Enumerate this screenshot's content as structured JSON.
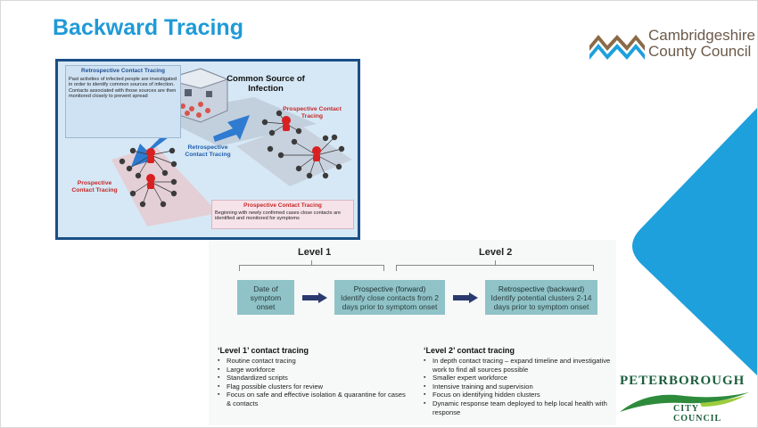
{
  "slide": {
    "title": "Backward Tracing"
  },
  "logos": {
    "cambridgeshire_line1": "Cambridgeshire",
    "cambridgeshire_line2": "County Council",
    "peterborough_top": "PETERBOROUGH",
    "peterborough_bottom": "CITY COUNCIL"
  },
  "diagram": {
    "retro_title": "Retrospective Contact Tracing",
    "retro_body": "Past activities of infected people are investigated in order to identify common sources of infection. Contacts associated with those sources are then monitored closely to prevent spread",
    "common_source": "Common Source of Infection",
    "prospective_right": "Prospective Contact Tracing",
    "retrospective_mid": "Retrospective Contact Tracing",
    "prospective_left": "Prospective Contact Tracing",
    "prospective_box_title": "Prospective Contact Tracing",
    "prospective_box_body": "Beginning with newly confirmed cases close contacts are identified and monitored for symptoms"
  },
  "levels": {
    "level1": "Level 1",
    "level2": "Level 2",
    "box1_line1": "Date of",
    "box1_line2": "symptom",
    "box1_line3": "onset",
    "box2_title": "Prospective (forward)",
    "box2_body": "Identify close contacts from 2 days prior to symptom onset",
    "box3_title": "Retrospective (backward)",
    "box3_body": "Identify potential clusters 2-14 days prior to symptom onset"
  },
  "level1_tracing": {
    "title": "‘Level 1’ contact tracing",
    "items": [
      "Routine contact tracing",
      "Large workforce",
      "Standardized scripts",
      "Flag possible clusters for review",
      "Focus on safe and effective isolation & quarantine for cases & contacts"
    ]
  },
  "level2_tracing": {
    "title": "‘Level 2’ contact tracing",
    "items": [
      "In depth contact tracing – expand timeline and investigative work to find all sources possible",
      "Smaller expert workforce",
      "Intensive training and supervision",
      "Focus on identifying hidden clusters",
      "Dynamic response team deployed to help local health with response"
    ]
  },
  "colors": {
    "title_blue": "#1f9ad6",
    "accent_blue": "#1ea0dc",
    "flow_box": "#8fc3c8",
    "arrow_navy": "#2b3a6e",
    "diagram_border": "#1a4f86"
  }
}
